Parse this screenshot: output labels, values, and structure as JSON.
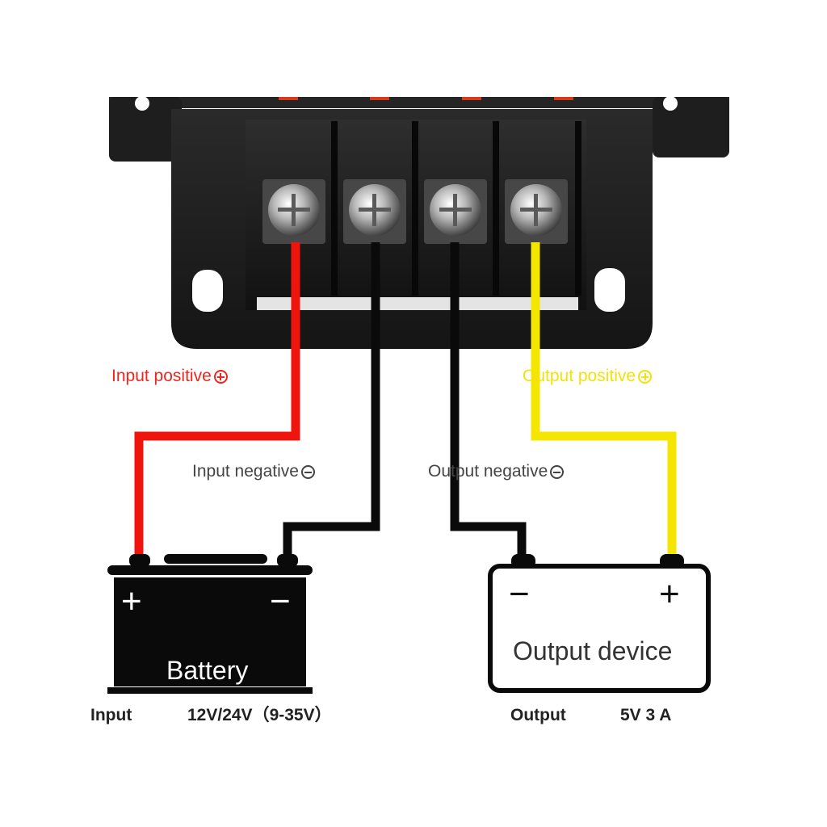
{
  "labels": {
    "input_positive": "Input positive",
    "input_negative": "Input negative",
    "output_positive": "Output positive",
    "output_negative": "Output negative"
  },
  "battery": {
    "name": "Battery",
    "plus": "+",
    "minus": "−"
  },
  "device": {
    "name": "Output device",
    "plus": "+",
    "minus": "−"
  },
  "footer": {
    "input_label": "Input",
    "input_value": "12V/24V（9-35V）",
    "output_label": "Output",
    "output_value": "5V  3 A"
  },
  "colors": {
    "wire_positive_in": "#f0140f",
    "wire_positive_out": "#f5e600",
    "wire_negative": "#0a0a0a",
    "housing": "#1c1c1c"
  },
  "icons": {
    "positive": "plus-circle-icon",
    "negative": "minus-circle-icon"
  }
}
